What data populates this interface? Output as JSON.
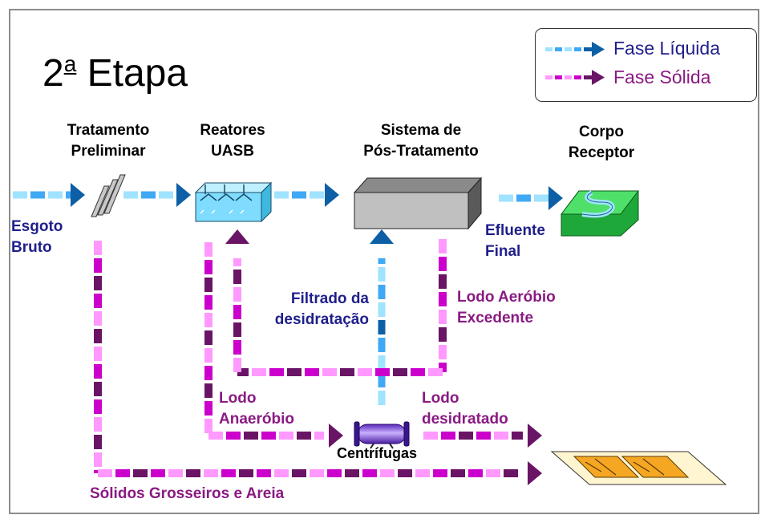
{
  "title": {
    "main": "2",
    "sup": "a",
    "rest": " Etapa"
  },
  "legend": {
    "liquid": "Fase Líquida",
    "solid": "Fase Sólida"
  },
  "stages": {
    "preliminary": [
      "Tratamento",
      "Preliminar"
    ],
    "uasb": [
      "Reatores",
      "UASB"
    ],
    "post": [
      "Sistema de",
      "Pós-Tratamento"
    ],
    "receptor": [
      "Corpo",
      "Receptor"
    ]
  },
  "labels": {
    "raw_sewage": [
      "Esgoto",
      "Bruto"
    ],
    "final_effluent": [
      "Efluente",
      "Final"
    ],
    "filtrate": [
      "Filtrado da",
      "desidratação"
    ],
    "aerobic_sludge": [
      "Lodo Aeróbio",
      "Excedente"
    ],
    "anaerobic_sludge": [
      "Lodo",
      "Anaeróbio"
    ],
    "dewatered_sludge": [
      "Lodo",
      "desidratado"
    ],
    "centrifuges": "Centrífugas",
    "coarse_solids": "Sólidos Grosseiros e Areia"
  },
  "colors": {
    "liquid_dark": "#0d5fa6",
    "liquid_mid": "#3fa9f5",
    "liquid_light": "#9fe3ff",
    "solid_dark": "#6a1466",
    "solid_mid": "#cc00cc",
    "solid_light": "#ff99ff",
    "liquid_text": "#1f1f8c",
    "solid_text": "#8a1a82",
    "reactor_fill": "#7fdcff",
    "post_box": "#c0c0c0",
    "receptor_green": "#2ec84a",
    "centrifuge": "#7a40d8",
    "drying_bed": "#f5a623"
  }
}
